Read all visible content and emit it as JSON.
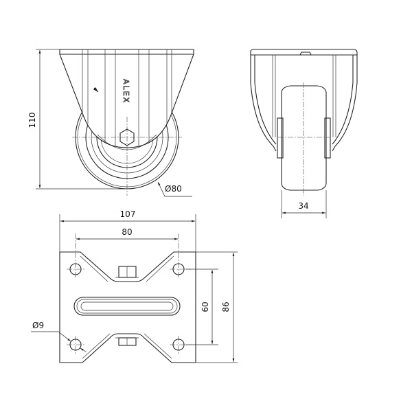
{
  "drawing": {
    "logo_text": "ALEX",
    "dimensions": {
      "height": "110",
      "wheel_diameter": "Ø80",
      "wheel_width": "34",
      "plate_length": "107",
      "hole_spacing_length": "80",
      "hole_spacing_width": "60",
      "plate_width": "86",
      "hole_diameter": "Ø9"
    }
  }
}
